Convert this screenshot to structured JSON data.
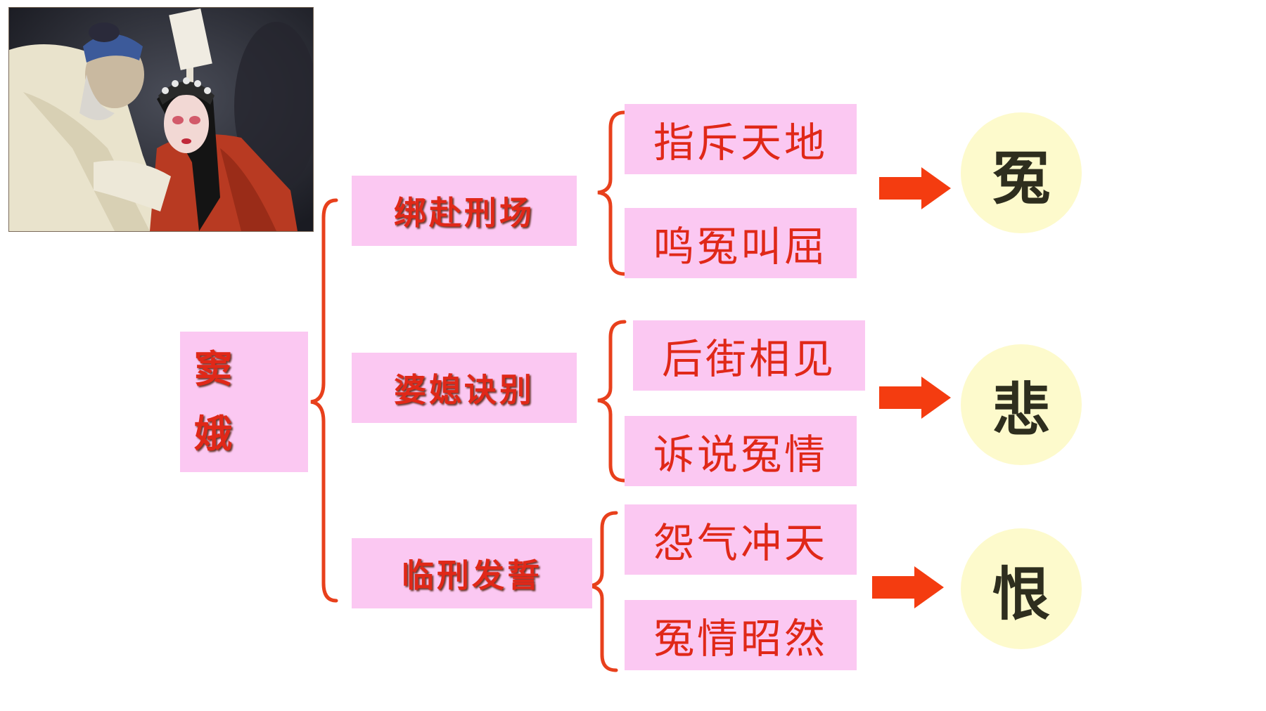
{
  "main": {
    "chars": [
      "窦",
      "娥"
    ]
  },
  "scenes": [
    {
      "label": "绑赴刑场",
      "details": [
        "指斥天地",
        "鸣冤叫屈"
      ],
      "result": "冤"
    },
    {
      "label": "婆媳诀别",
      "details": [
        "后街相见",
        "诉说冤情"
      ],
      "result": "悲"
    },
    {
      "label": "临刑发誓",
      "details": [
        "怨气冲天",
        "冤情昭然"
      ],
      "result": "恨"
    }
  ],
  "photo": {
    "description_icon": "opera-photo"
  },
  "colors": {
    "box": "#fbc8f2",
    "text": "#e02818",
    "bracket": "#e8401c",
    "arrow": "#f43c10",
    "circle": "#fdfacc",
    "result_text": "#2e2e1e"
  }
}
